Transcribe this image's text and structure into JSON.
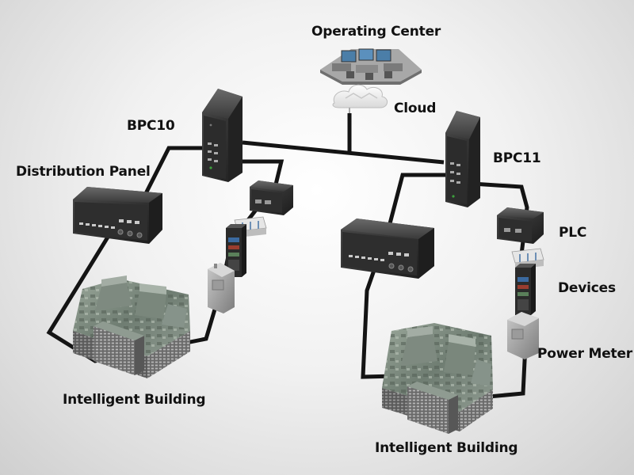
{
  "diagram": {
    "labels": {
      "operating_center": "Operating Center",
      "cloud": "Cloud",
      "bpc10": "BPC10",
      "bpc11": "BPC11",
      "distribution_panel": "Distribution Panel",
      "plc": "PLC",
      "devices": "Devices",
      "power_meter": "Power Meter",
      "building_left": "Intelligent Building",
      "building_right": "Intelligent Building"
    }
  }
}
